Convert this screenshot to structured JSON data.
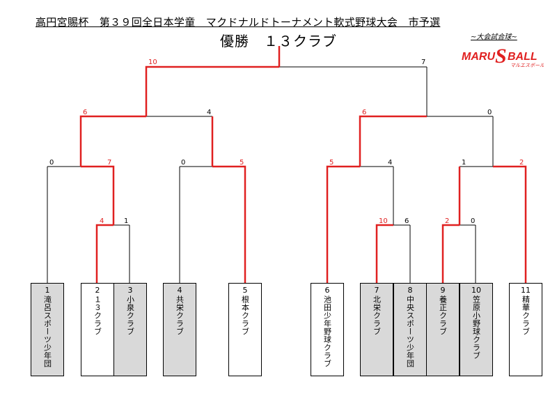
{
  "header": {
    "title": "高円宮賜杯　第３９回全日本学童　マクドナルドトーナメント軟式野球大会　市予選",
    "winner": "優勝　１３クラブ",
    "sponsor_tag": "~大会試合球~",
    "logo_text_a": "MARU",
    "logo_text_s": "S",
    "logo_text_b": "BALL",
    "logo_sub": "マルエスボール"
  },
  "teams": [
    {
      "num": "1",
      "name": "滝呂スポーツ少年団",
      "shaded": true
    },
    {
      "num": "2",
      "name": "１３クラブ",
      "shaded": false
    },
    {
      "num": "3",
      "name": "小泉クラブ",
      "shaded": true
    },
    {
      "num": "4",
      "name": "共栄クラブ",
      "shaded": true
    },
    {
      "num": "5",
      "name": "根本クラブ",
      "shaded": false
    },
    {
      "num": "6",
      "name": "池田少年野球クラブ",
      "shaded": false
    },
    {
      "num": "7",
      "name": "北栄クラブ",
      "shaded": true
    },
    {
      "num": "8",
      "name": "中央スポーツ少年団",
      "shaded": true
    },
    {
      "num": "9",
      "name": "養正クラブ",
      "shaded": true
    },
    {
      "num": "10",
      "name": "笠原小野球クラブ",
      "shaded": true
    },
    {
      "num": "11",
      "name": "精華クラブ",
      "shaded": false
    }
  ],
  "scores": {
    "r1_a_2": "4",
    "r1_a_3": "1",
    "r1_b_7": "10",
    "r1_b_8": "6",
    "r1_c_9": "2",
    "r1_c_10": "0",
    "qf_1": "0",
    "qf_2_3": "7",
    "qf_4": "0",
    "qf_5": "5",
    "qf_6": "5",
    "qf_7_8": "4",
    "qf_9_10": "1",
    "qf_11": "2",
    "sf_l_1": "6",
    "sf_l_2": "4",
    "sf_r_1": "6",
    "sf_r_2": "0",
    "f_l": "10",
    "f_r": "7"
  },
  "colors": {
    "win": "#e02020",
    "line": "#000000",
    "shade": "#d9d9d9",
    "logo": "#e02020"
  }
}
